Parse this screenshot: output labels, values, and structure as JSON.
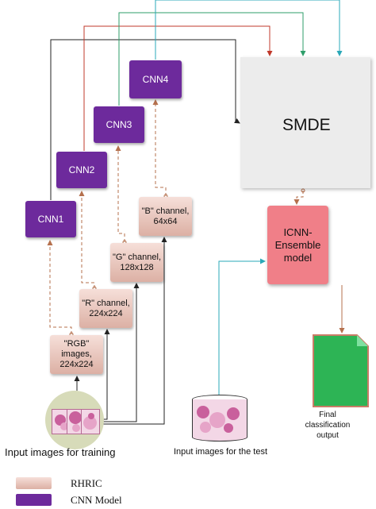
{
  "cnn_boxes": [
    "CNN1",
    "CNN2",
    "CNN3",
    "CNN4"
  ],
  "channel_boxes": {
    "rgb": "\"RGB\"\nimages,\n224x224",
    "r": "\"R\" channel,\n224x224",
    "g": "\"G\" channel,\n128x128",
    "b": "\"B\" channel,\n64x64"
  },
  "smde_label": "SMDE",
  "icnn_label": "ICNN-\nEnsemble\nmodel",
  "captions": {
    "train": "Input images for training",
    "test": "Input images for the test",
    "final": "Final\nclassification\noutput"
  },
  "legend": [
    {
      "swatch": "RHRIC",
      "label": "RHRIC"
    },
    {
      "swatch": "CNN Model",
      "label": "CNN Model"
    }
  ],
  "colors": {
    "cnn_purple": "#6d2a9c",
    "channel_pink": "#e8c4bb",
    "smde_gray": "#ececec",
    "icnn_red": "#f07f88",
    "output_green": "#2ea043",
    "wire_black": "#222222",
    "wire_red": "#c0392b",
    "wire_green": "#2e9e6a",
    "wire_cyan": "#2aa8b8",
    "dashed_brown": "#b5704d"
  },
  "icons": [
    "document-check-icon",
    "document-cross-icon",
    "output-document-icon",
    "input-image-stack-icon",
    "training-images-icon"
  ]
}
